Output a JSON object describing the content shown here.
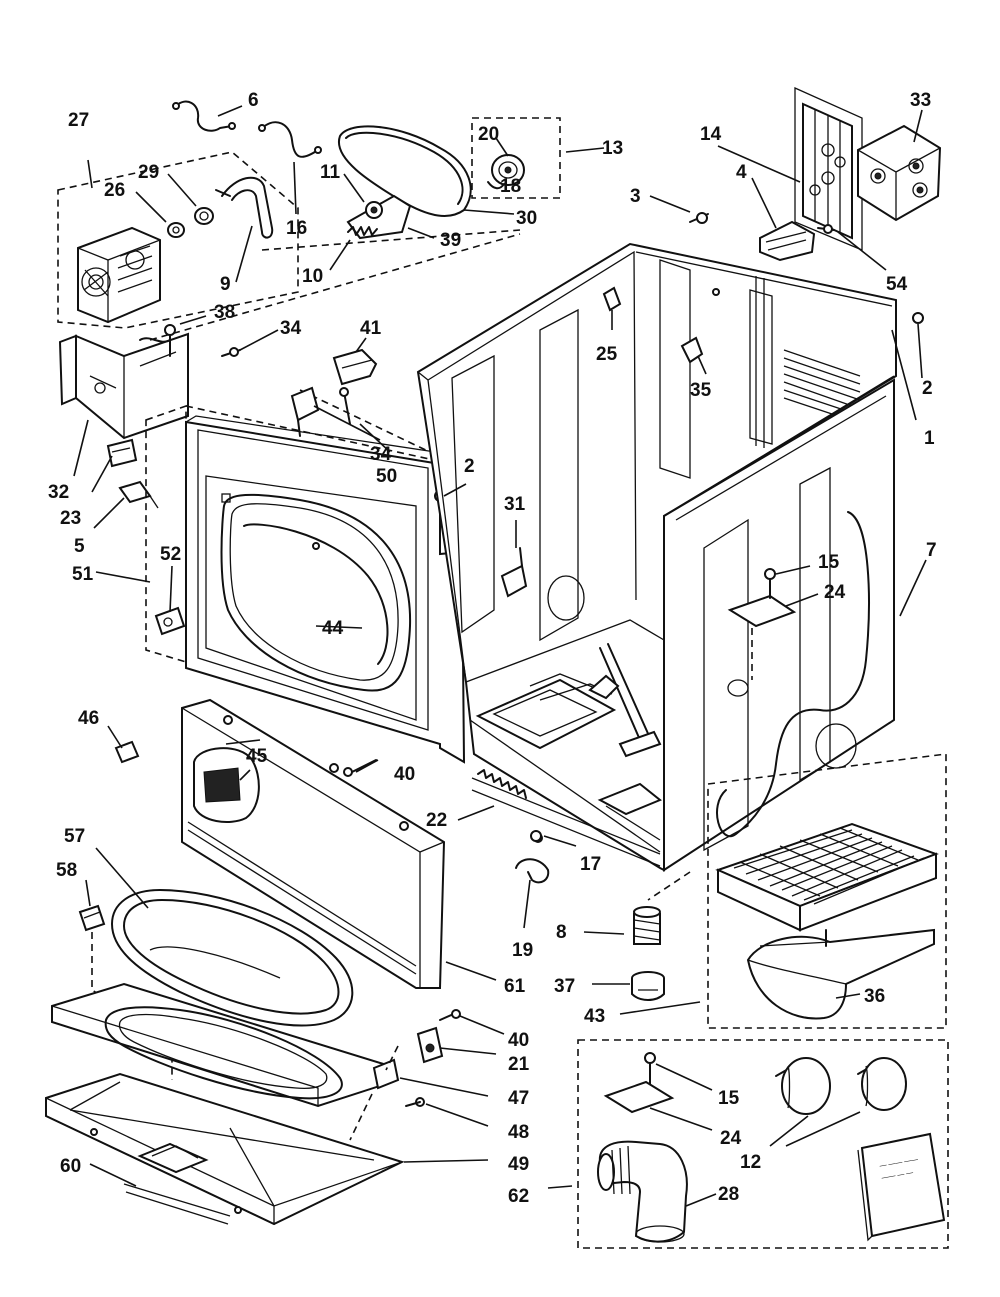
{
  "colors": {
    "ink": "#111111",
    "paper": "#ffffff"
  },
  "callouts": [
    "1",
    "2",
    "3",
    "4",
    "5",
    "6",
    "7",
    "8",
    "9",
    "10",
    "11",
    "12",
    "13",
    "14",
    "15",
    "16",
    "17",
    "18",
    "19",
    "20",
    "21",
    "22",
    "23",
    "24",
    "25",
    "26",
    "27",
    "28",
    "29",
    "30",
    "31",
    "32",
    "33",
    "34",
    "35",
    "36",
    "37",
    "38",
    "39",
    "40",
    "41",
    "43",
    "44",
    "45",
    "46",
    "47",
    "48",
    "49",
    "50",
    "51",
    "52",
    "54",
    "57",
    "58",
    "60",
    "61",
    "62"
  ],
  "labels": [
    {
      "id": "c27",
      "text": "27"
    },
    {
      "id": "c6",
      "text": "6"
    },
    {
      "id": "c29",
      "text": "29"
    },
    {
      "id": "c26",
      "text": "26"
    },
    {
      "id": "c16",
      "text": "16"
    },
    {
      "id": "c9",
      "text": "9"
    },
    {
      "id": "c11",
      "text": "11"
    },
    {
      "id": "c10",
      "text": "10"
    },
    {
      "id": "c39",
      "text": "39"
    },
    {
      "id": "c20",
      "text": "20"
    },
    {
      "id": "c13",
      "text": "13"
    },
    {
      "id": "c18",
      "text": "18"
    },
    {
      "id": "c30",
      "text": "30"
    },
    {
      "id": "c14",
      "text": "14"
    },
    {
      "id": "c33",
      "text": "33"
    },
    {
      "id": "c3",
      "text": "3"
    },
    {
      "id": "c4",
      "text": "4"
    },
    {
      "id": "c54",
      "text": "54"
    },
    {
      "id": "c38",
      "text": "38"
    },
    {
      "id": "c34a",
      "text": "34"
    },
    {
      "id": "c41",
      "text": "41"
    },
    {
      "id": "c25",
      "text": "25"
    },
    {
      "id": "c2a",
      "text": "2"
    },
    {
      "id": "c1",
      "text": "1"
    },
    {
      "id": "c35",
      "text": "35"
    },
    {
      "id": "c34b",
      "text": "34"
    },
    {
      "id": "c50",
      "text": "50"
    },
    {
      "id": "c32",
      "text": "32"
    },
    {
      "id": "c23",
      "text": "23"
    },
    {
      "id": "c5",
      "text": "5"
    },
    {
      "id": "c2b",
      "text": "2"
    },
    {
      "id": "c31",
      "text": "31"
    },
    {
      "id": "c7",
      "text": "7"
    },
    {
      "id": "c52",
      "text": "52"
    },
    {
      "id": "c51",
      "text": "51"
    },
    {
      "id": "c15a",
      "text": "15"
    },
    {
      "id": "c24a",
      "text": "24"
    },
    {
      "id": "c44",
      "text": "44"
    },
    {
      "id": "c46",
      "text": "46"
    },
    {
      "id": "c45",
      "text": "45"
    },
    {
      "id": "c40a",
      "text": "40"
    },
    {
      "id": "c22",
      "text": "22"
    },
    {
      "id": "c17",
      "text": "17"
    },
    {
      "id": "c57",
      "text": "57"
    },
    {
      "id": "c58",
      "text": "58"
    },
    {
      "id": "c19",
      "text": "19"
    },
    {
      "id": "c8",
      "text": "8"
    },
    {
      "id": "c61",
      "text": "61"
    },
    {
      "id": "c37",
      "text": "37"
    },
    {
      "id": "c36",
      "text": "36"
    },
    {
      "id": "c43",
      "text": "43"
    },
    {
      "id": "c40b",
      "text": "40"
    },
    {
      "id": "c21",
      "text": "21"
    },
    {
      "id": "c47",
      "text": "47"
    },
    {
      "id": "c15b",
      "text": "15"
    },
    {
      "id": "c48",
      "text": "48"
    },
    {
      "id": "c24b",
      "text": "24"
    },
    {
      "id": "c12",
      "text": "12"
    },
    {
      "id": "c49",
      "text": "49"
    },
    {
      "id": "c60",
      "text": "60"
    },
    {
      "id": "c62",
      "text": "62"
    },
    {
      "id": "c28",
      "text": "28"
    }
  ]
}
